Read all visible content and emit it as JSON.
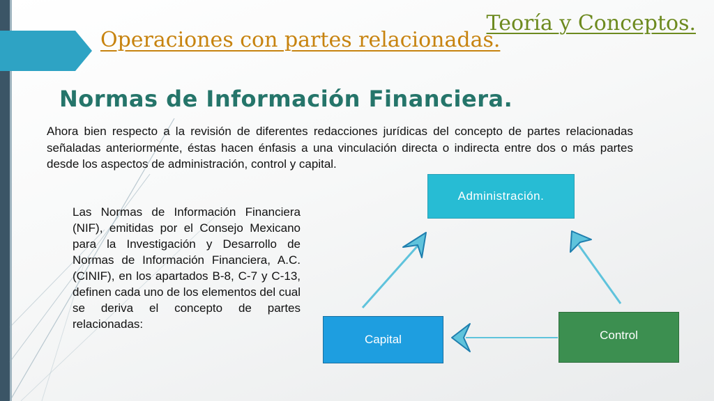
{
  "header": {
    "section": "Teoría y Conceptos.",
    "title": "Operaciones con partes relacionadas."
  },
  "main": {
    "heading": "Normas de Información Financiera.",
    "intro": "Ahora bien respecto a la revisión de diferentes redacciones jurídicas del concepto de partes relacionadas señaladas anteriormente, éstas hacen énfasis a una vinculación directa o indirecta entre dos o más partes desde los aspectos de administración, control y capital.",
    "nif_text": "Las Normas de Información Financiera (NIF), emitidas por el Consejo Mexicano para la Investigación y Desarrollo de Normas de Información Financiera, A.C. (CINIF), en los apartados B-8, C-7 y C-13, definen cada uno de los elementos del cual se deriva el concepto de partes relacionadas:"
  },
  "diagram": {
    "administracion": "Administración.",
    "capital": "Capital",
    "control": "Control"
  },
  "colors": {
    "accent": "#2ea3c4",
    "heading_green": "#25756a",
    "title_orange": "#c7830f",
    "section_green": "#6d8a1f",
    "box_admin": "#27bcd4",
    "box_capital": "#1e9ee0",
    "box_control": "#3c8f50"
  }
}
